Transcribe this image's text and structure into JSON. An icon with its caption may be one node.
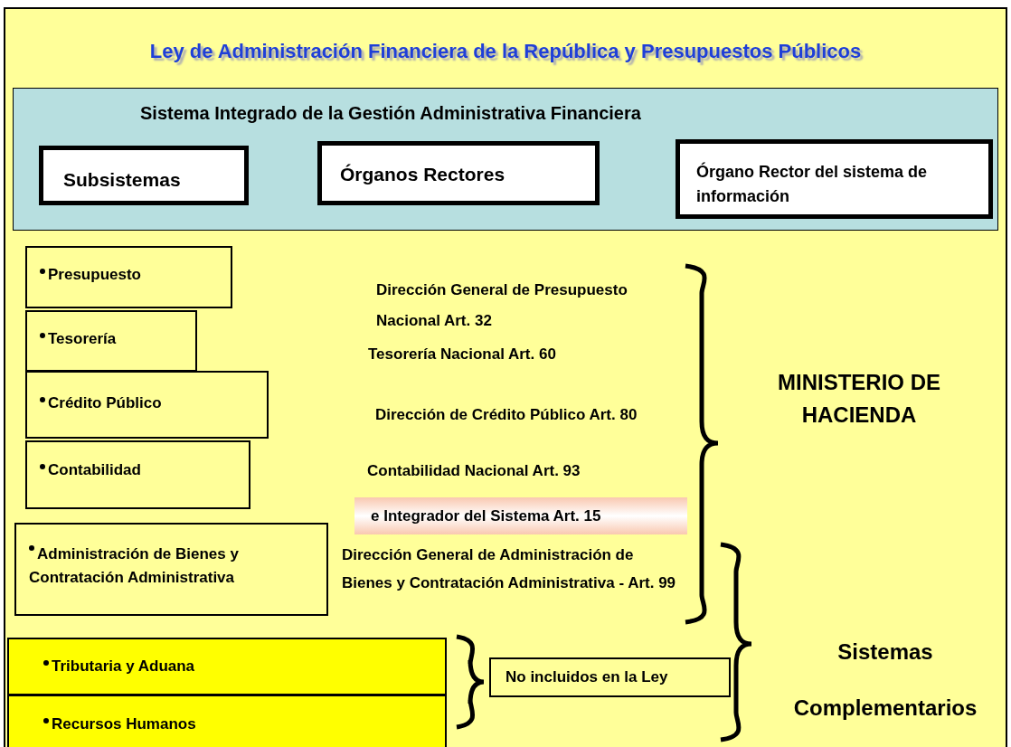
{
  "diagram": {
    "title": "Ley de Administración Financiera de la República y Presupuestos Públicos",
    "nodes": [
      {
        "text": [
          "Sistema Integrado de la Gestión Administrativa Financiera"
        ]
      },
      {
        "text": [
          "Subsistemas"
        ],
        "in": 0
      },
      {
        "text": [
          "Órganos Rectores"
        ],
        "in": 0
      },
      {
        "text": [
          "Órgano Rector del sistema de información"
        ],
        "in": 0
      },
      {
        "text": [
          "Presupuesto"
        ]
      },
      {
        "text": [
          "Tesorería"
        ]
      },
      {
        "text": [
          "Crédito Público"
        ]
      },
      {
        "text": [
          "Contabilidad"
        ]
      },
      {
        "text": [
          "e Integrador del Sistema Art. 15"
        ]
      },
      {
        "text": [
          "Administración de Bienes y Contratación Administrativa"
        ]
      },
      {
        "text": [
          "Tributaria y Aduana"
        ]
      },
      {
        "text": [
          "Recursos Humanos"
        ]
      },
      {
        "text": [
          "No incluidos en la Ley"
        ]
      }
    ],
    "edges": [],
    "labels": [
      "Dirección General de Presupuesto Nacional Art. 32",
      "Tesorería Nacional Art. 60",
      "MINISTERIO DE HACIENDA",
      "Dirección de Crédito Público Art. 80",
      "Contabilidad Nacional Art. 93",
      "Dirección General de Administración de Bienes y Contratación Administrativa - Art. 99",
      "Sistemas Complementarios"
    ]
  }
}
